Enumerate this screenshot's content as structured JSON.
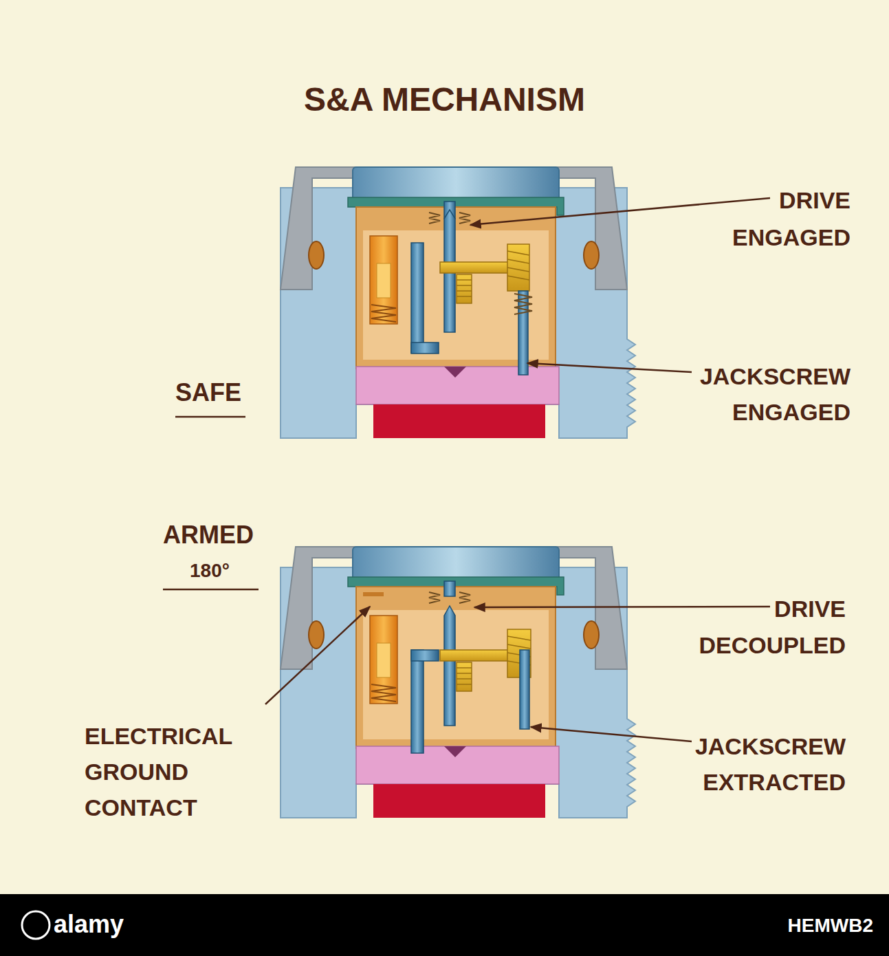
{
  "diagram": {
    "title": "S&A MECHANISM",
    "labels": [
      "SAFE",
      "DRIVE ENGAGED",
      "JACKSCREW ENGAGED",
      "ARMED",
      "180°",
      "DRIVE DECOUPLED",
      "ELECTRICAL GROUND CONTACT",
      "JACKSCREW EXTRACTED",
      "alamy",
      "HEMWB2"
    ]
  }
}
